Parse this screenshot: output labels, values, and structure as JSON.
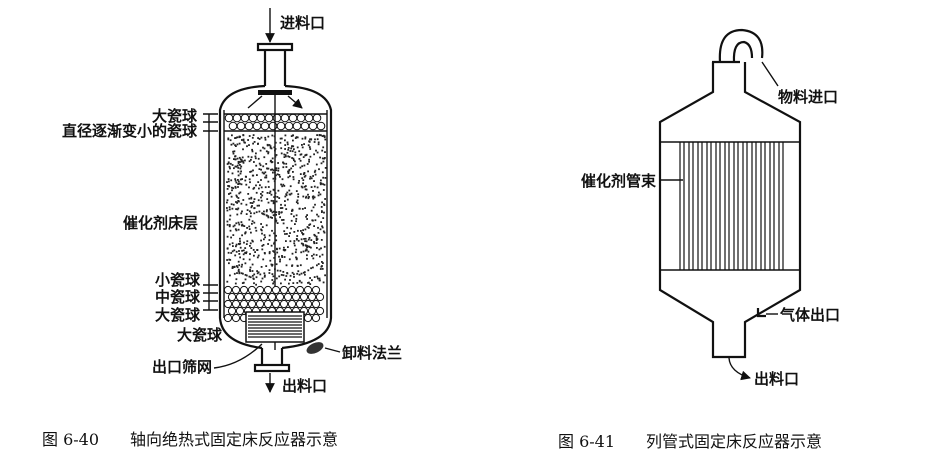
{
  "fig40": {
    "inlet": "进料口",
    "large_balls_top": "大瓷球",
    "graded_balls": "直径逐渐变小的瓷球",
    "catalyst_bed": "催化剂床层",
    "small_balls": "小瓷球",
    "medium_balls": "中瓷球",
    "large_balls_1": "大瓷球",
    "large_balls_2": "大瓷球",
    "outlet_screen": "出口筛网",
    "discharge_flange": "卸料法兰",
    "outlet": "出料口",
    "caption_num": "图 6-40",
    "caption": "轴向绝热式固定床反应器示意"
  },
  "fig41": {
    "feed_inlet": "物料进口",
    "tube_bundle": "催化剂管束",
    "gas_outlet": "气体出口",
    "outlet": "出料口",
    "caption_num": "图 6-41",
    "caption": "列管式固定床反应器示意"
  }
}
